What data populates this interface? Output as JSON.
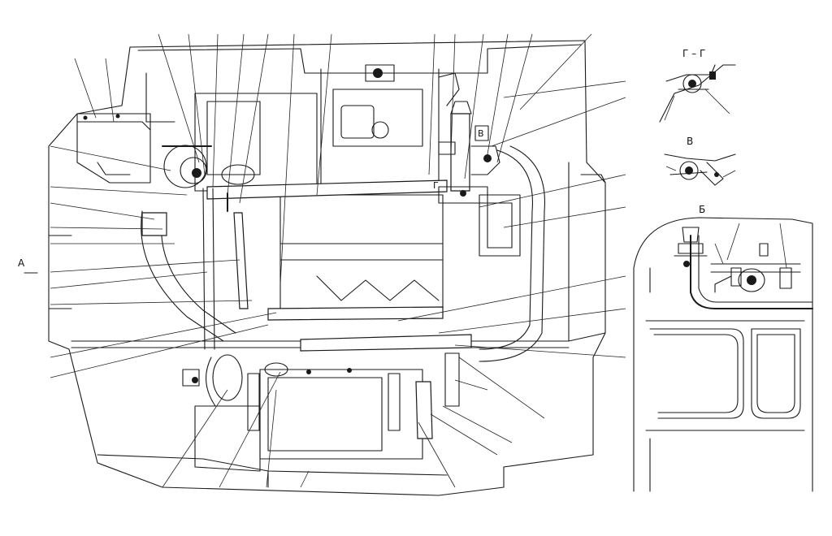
{
  "views": {
    "section_gg_label": "Г – Г",
    "view_v_label": "В",
    "view_b_label": "Б",
    "view_a_label": "А",
    "marker_g": "Г",
    "marker_v": "В"
  },
  "colors": {
    "line": "#1a1a1a",
    "background": "#ffffff"
  }
}
